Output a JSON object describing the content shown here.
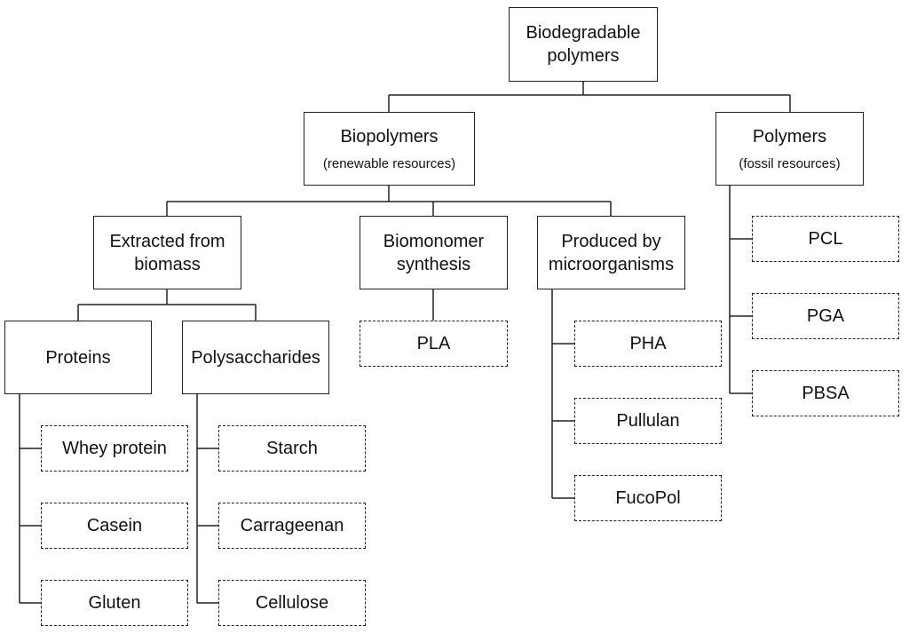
{
  "root": {
    "line1": "Biodegradable",
    "line2": "polymers"
  },
  "biopolymers": {
    "title": "Biopolymers",
    "subtitle": "(renewable resources)"
  },
  "polymers": {
    "title": "Polymers",
    "subtitle": "(fossil resources)"
  },
  "extracted": {
    "line1": "Extracted from",
    "line2": "biomass"
  },
  "biomonomer": {
    "line1": "Biomonomer",
    "line2": "synthesis"
  },
  "microorganisms": {
    "line1": "Produced by",
    "line2": "microorganisms"
  },
  "proteins": {
    "label": "Proteins"
  },
  "polysaccharides": {
    "label": "Polysaccharides"
  },
  "protein_items": [
    "Whey protein",
    "Casein",
    "Gluten"
  ],
  "polysaccharide_items": [
    "Starch",
    "Carrageenan",
    "Cellulose"
  ],
  "biomonomer_items": [
    "PLA"
  ],
  "microorganism_items": [
    "PHA",
    "Pullulan",
    "FucoPol"
  ],
  "fossil_items": [
    "PCL",
    "PGA",
    "PBSA"
  ]
}
